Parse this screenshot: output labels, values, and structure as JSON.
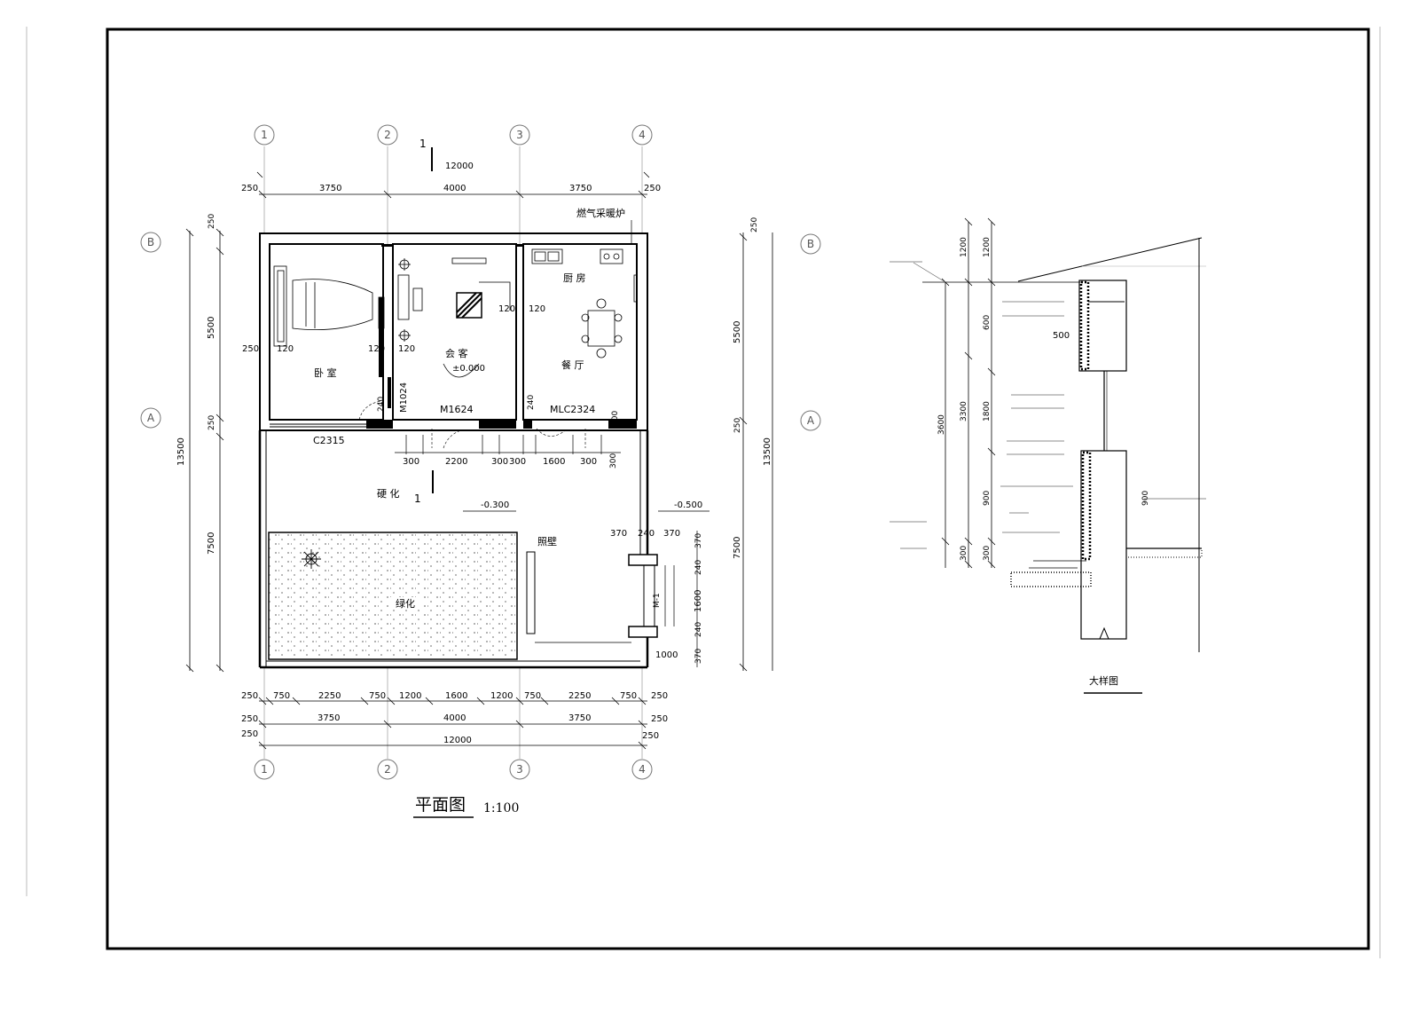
{
  "plan": {
    "title": "平面图",
    "scale": "1:100",
    "axes_columns": [
      "1",
      "2",
      "3",
      "4"
    ],
    "axes_rows": [
      "B",
      "A"
    ],
    "section_mark": "1",
    "rooms": {
      "bedroom": "卧 室",
      "living": "会 客",
      "kitchen": "厨 房",
      "dining": "餐 厅",
      "paved": "硬 化",
      "green": "绿化",
      "screen_wall": "照壁",
      "boiler": "燃气采暖炉"
    },
    "openings": {
      "window_c2315": "C2315",
      "door_m1624": "M1624",
      "door_m1024": "M1024",
      "door_mlc2324": "MLC2324",
      "door_m1": "M-1"
    },
    "levels": {
      "floor": "±0.000",
      "paved": "-0.300",
      "outside": "-0.500"
    },
    "dims": {
      "total_width": "12000",
      "top_row": [
        "250",
        "3750",
        "4000",
        "3750",
        "250"
      ],
      "bottom_detail": [
        "250",
        "750",
        "2250",
        "750",
        "1200",
        "1600",
        "1200",
        "750",
        "2250",
        "750",
        "250"
      ],
      "bottom_bays": [
        "250",
        "3750",
        "4000",
        "3750",
        "250"
      ],
      "left_side": [
        "250",
        "5500",
        "250",
        "7500"
      ],
      "total_depth": "13500",
      "wall_120": "120",
      "wall_240": "240",
      "door_dims": [
        "300",
        "2200",
        "300",
        "300",
        "1600",
        "300"
      ],
      "gate_dims": [
        "370",
        "240",
        "370"
      ],
      "gate_vertical": [
        "370",
        "240",
        "1600",
        "240",
        "370"
      ],
      "gate_1000": "1000",
      "kitchen_300": "300"
    }
  },
  "detail": {
    "title": "大样图",
    "dims_outer": [
      "250",
      "5500",
      "250",
      "13500",
      "7500"
    ],
    "dims_col1": [
      "3600"
    ],
    "dims_col2": [
      "1200",
      "600",
      "3300",
      "300"
    ],
    "dims_col3": [
      "1200",
      "1800",
      "900",
      "300"
    ],
    "dim_500": "500",
    "dim_900": "900",
    "axes": [
      "B",
      "A"
    ]
  }
}
